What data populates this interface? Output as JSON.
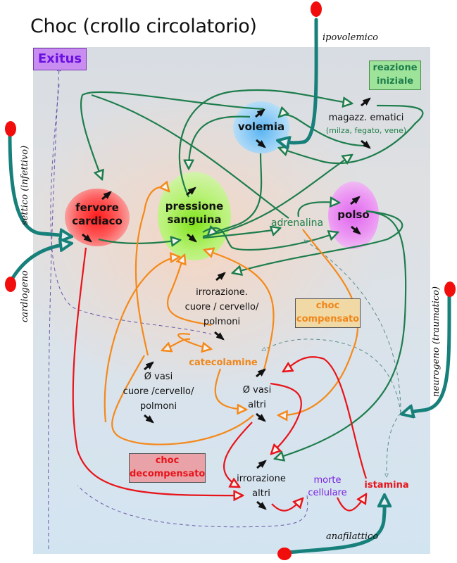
{
  "title": "Choc (crollo circolatorio)",
  "boxes": {
    "exitus": "Exitus",
    "reazione_iniziale": [
      "reazione",
      "iniziale"
    ],
    "choc_compensato": [
      "choc",
      "compensato"
    ],
    "choc_decompensato": [
      "choc",
      "decompensato"
    ]
  },
  "nodes": {
    "fervore": [
      "fervore",
      "cardiaco"
    ],
    "pressione": [
      "pressione",
      "sanguina"
    ],
    "volemia": "volemia",
    "polso": "polso",
    "adrenalina": "adrenalina",
    "magazz": "magazz. ematici",
    "magazz_sub": "(milza, fegato, vene)",
    "irrorazione_cuore": [
      "irrorazione.",
      "cuore / cervello/",
      "polmoni"
    ],
    "catecolamine": "catecolamine",
    "vasi_cuore": [
      "Ø vasi",
      "cuore /cervello/",
      "polmoni"
    ],
    "vasi_altri": [
      "Ø vasi",
      "altri"
    ],
    "irrorazione_altri": [
      "irrorazione",
      "altri"
    ],
    "morte": [
      "morte",
      "cellulare"
    ],
    "istamina": "istamina"
  },
  "causes": {
    "ipovolemico": "ipovolemico",
    "settico": "settico (infettivo)",
    "cardiogeno": "cardiogeno",
    "neurogeno": "neurogeno (traumatico)",
    "anafilattico": "anafilattico"
  },
  "colors": {
    "green_link": "#1e7d4c",
    "orange_link": "#f5891a",
    "red_link": "#e8141a",
    "teal_cause": "#17807a",
    "cause_dot": "#f20d0d",
    "exitus_box": "#c98df2",
    "reazione_box": "#9ee39a",
    "compensato_box": "#f1d9a6",
    "decompensato_box": "#e9a3a8"
  }
}
